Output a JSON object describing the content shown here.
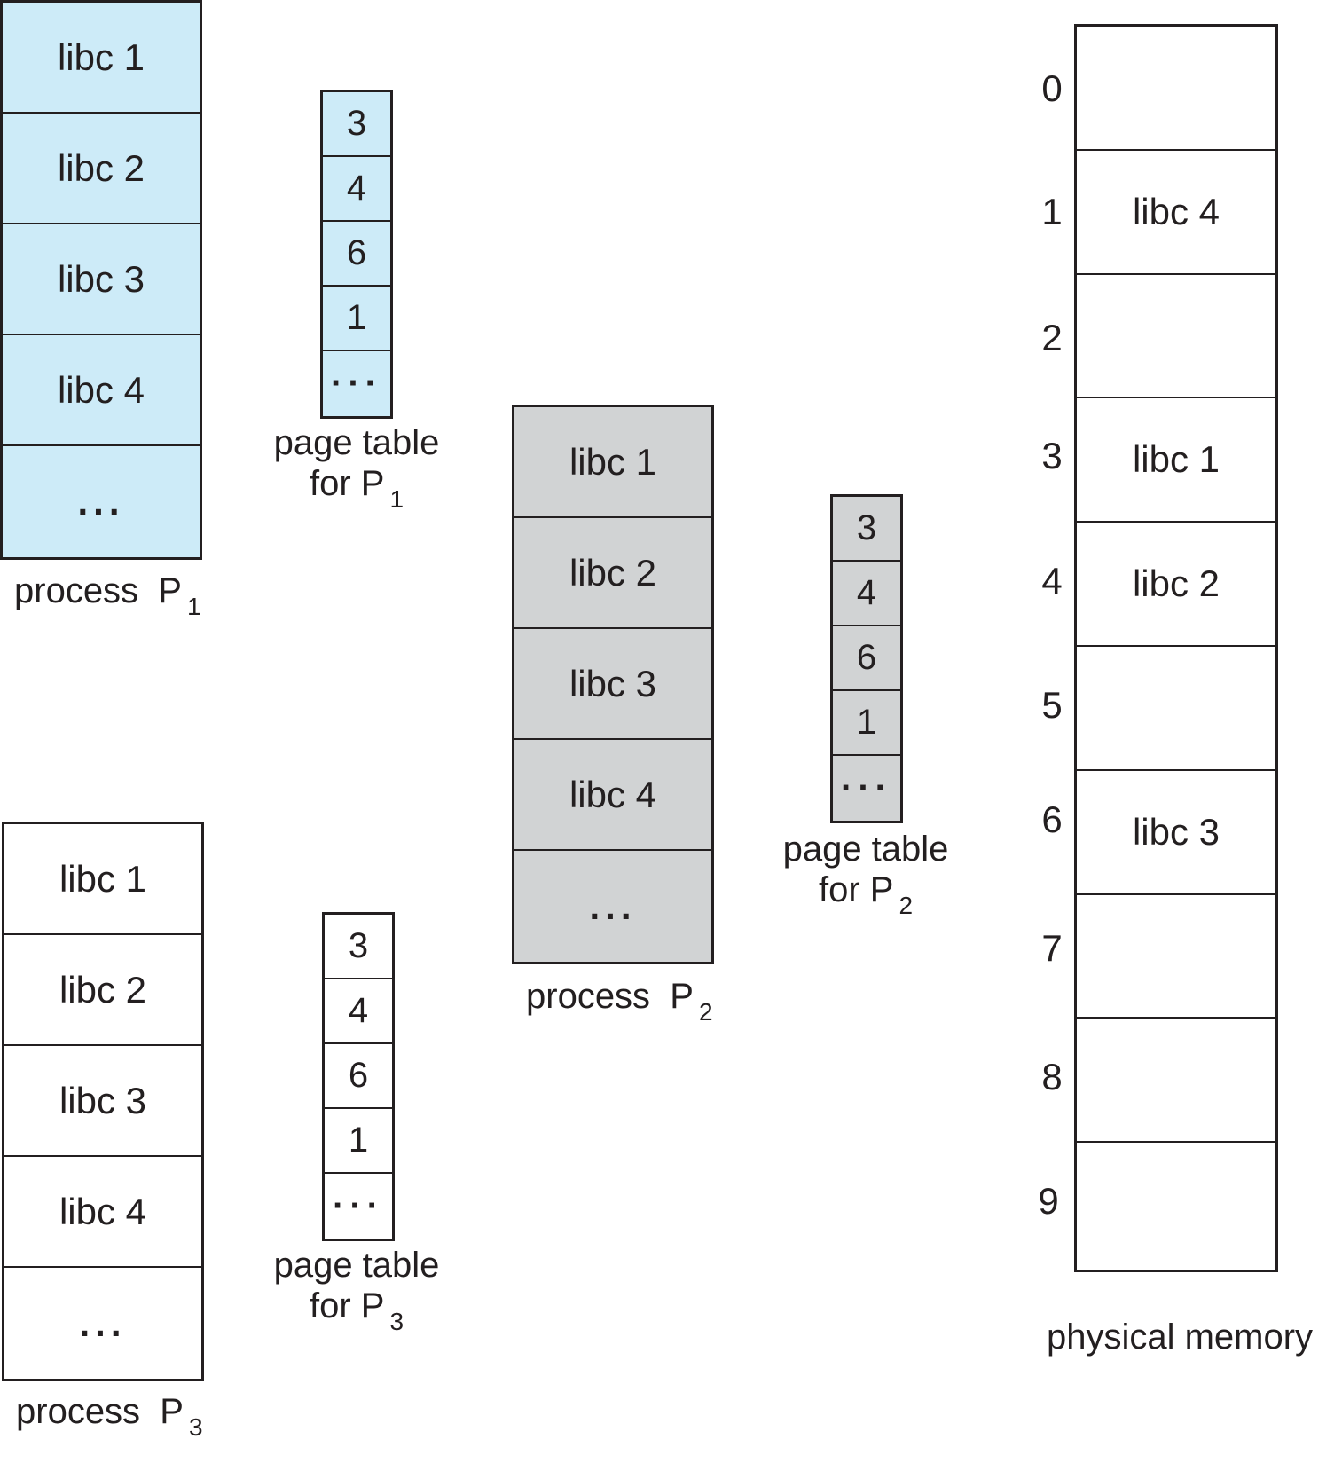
{
  "process_p1": {
    "cells": [
      "libc 1",
      "libc 2",
      "libc 3",
      "libc 4",
      "..."
    ],
    "label": "process",
    "label_name": "P",
    "label_sub": "1"
  },
  "page_table_p1": {
    "entries": [
      "3",
      "4",
      "6",
      "1",
      "···"
    ],
    "label_line1": "page table",
    "label_line2": "for P",
    "label_sub": "1"
  },
  "process_p2": {
    "cells": [
      "libc 1",
      "libc 2",
      "libc 3",
      "libc 4",
      "..."
    ],
    "label": "process",
    "label_name": "P",
    "label_sub": "2"
  },
  "page_table_p2": {
    "entries": [
      "3",
      "4",
      "6",
      "1",
      "···"
    ],
    "label_line1": "page table",
    "label_line2": "for P",
    "label_sub": "2"
  },
  "process_p3": {
    "cells": [
      "libc 1",
      "libc 2",
      "libc 3",
      "libc 4",
      "..."
    ],
    "label": "process",
    "label_name": "P",
    "label_sub": "3"
  },
  "page_table_p3": {
    "entries": [
      "3",
      "4",
      "6",
      "1",
      "···"
    ],
    "label_line1": "page table",
    "label_line2": "for P",
    "label_sub": "3"
  },
  "physical_memory": {
    "frame_numbers": [
      "0",
      "1",
      "2",
      "3",
      "4",
      "5",
      "6",
      "7",
      "8",
      "9"
    ],
    "frames": [
      "",
      "libc 4",
      "",
      "libc 1",
      "libc 2",
      "",
      "libc 3",
      "",
      "",
      ""
    ],
    "label": "physical memory"
  },
  "colors": {
    "p1_fill": "#cdebf8",
    "p2_fill": "#d1d3d4",
    "p3_fill": "#ffffff",
    "stroke": "#231f20"
  }
}
